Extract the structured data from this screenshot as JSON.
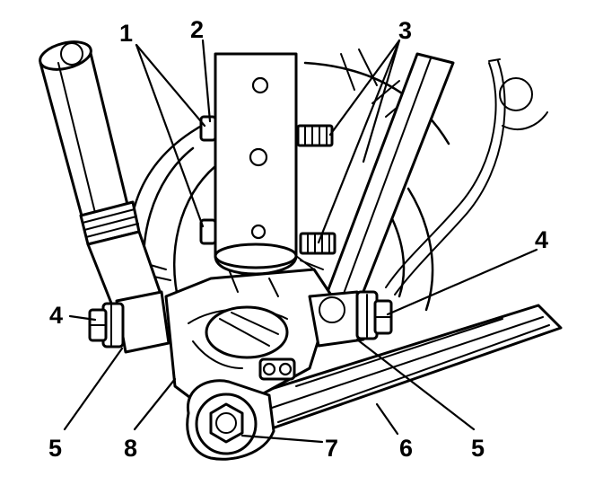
{
  "callouts": [
    {
      "id": "c1",
      "label": "1"
    },
    {
      "id": "c2",
      "label": "2"
    },
    {
      "id": "c3",
      "label": "3"
    },
    {
      "id": "c4-left",
      "label": "4"
    },
    {
      "id": "c4-right",
      "label": "4"
    },
    {
      "id": "c5-left",
      "label": "5"
    },
    {
      "id": "c5-right",
      "label": "5"
    },
    {
      "id": "c6",
      "label": "6"
    },
    {
      "id": "c7",
      "label": "7"
    },
    {
      "id": "c8",
      "label": "8"
    }
  ]
}
